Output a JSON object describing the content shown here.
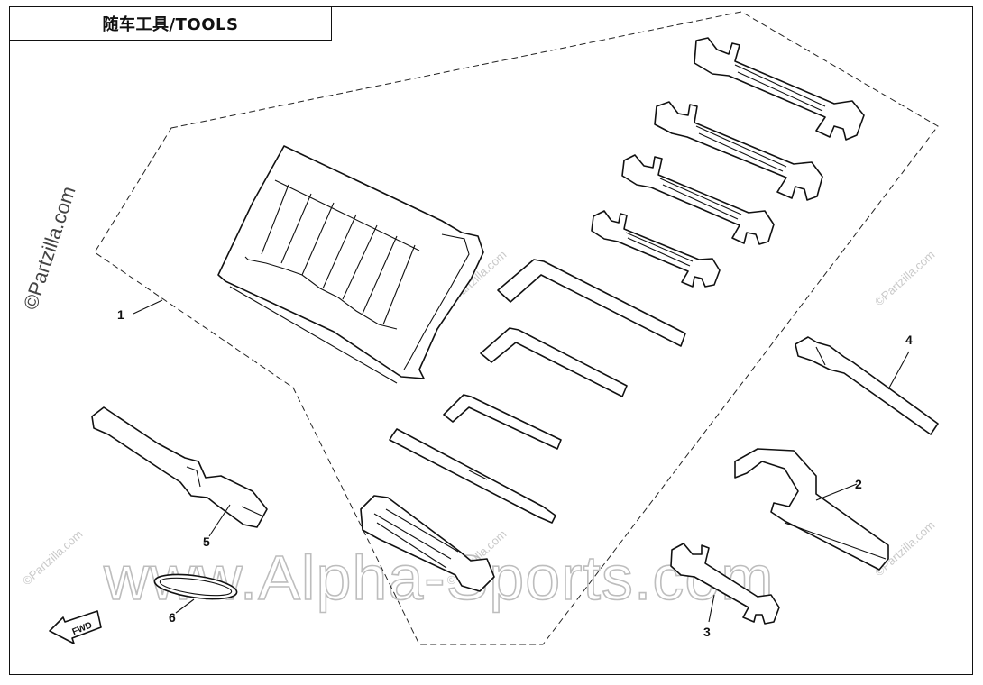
{
  "title": "随车工具/TOOLS",
  "callouts": [
    "1",
    "2",
    "3",
    "4",
    "5",
    "6"
  ],
  "fwd_label": "FWD",
  "watermark_main": "www.Alpha-Sports.com",
  "watermark_small": "©Partzilla.com",
  "colors": {
    "line": "#111111",
    "watermark": "#bdbdbd",
    "background": "#ffffff"
  }
}
